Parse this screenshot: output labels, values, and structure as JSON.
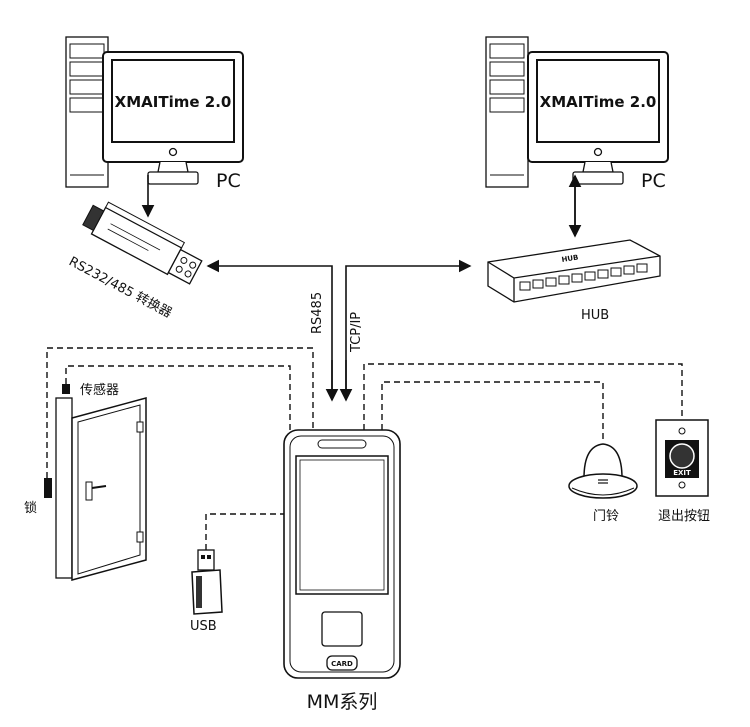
{
  "pc_left": {
    "screen_text": "XMAITime 2.0",
    "label": "PC"
  },
  "pc_right": {
    "screen_text": "XMAITime 2.0",
    "label": "PC"
  },
  "converter": {
    "label": "RS232/485 转换器"
  },
  "hub": {
    "label": "HUB",
    "front_text": "HUB"
  },
  "links": {
    "rs485": "RS485",
    "tcpip": "TCP/IP"
  },
  "door": {
    "sensor_label": "传感器",
    "lock_label": "锁"
  },
  "usb": {
    "label": "USB"
  },
  "bell": {
    "label": "门铃"
  },
  "exit_button": {
    "label": "退出按钮",
    "button_text": "EXIT"
  },
  "device": {
    "label": "MM系列",
    "card_text": "CARD"
  },
  "colors": {
    "line": "#111111",
    "screen_fill": "#ffffff",
    "accent": "#333333"
  }
}
